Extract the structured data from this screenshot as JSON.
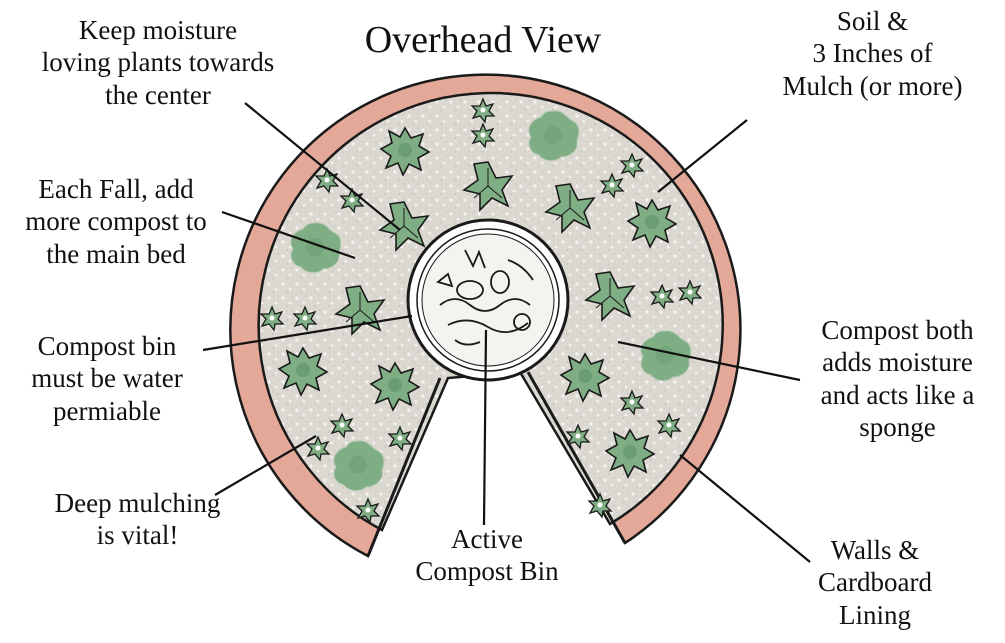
{
  "title": "Overhead View",
  "labels": {
    "center_plants": "Keep moisture\nloving plants towards\nthe center",
    "soil_mulch": "Soil &\n3 Inches of\nMulch (or more)",
    "fall_compost": "Each Fall, add\nmore compost to\nthe main bed",
    "bin_permeable": "Compost bin\nmust be water\npermiable",
    "compost_sponge": "Compost both\nadds moisture\nand acts like a\nsponge",
    "deep_mulch": "Deep mulching\nis vital!",
    "active_bin": "Active\nCompost Bin",
    "walls_lining": "Walls &\nCardboard\nLining"
  },
  "colors": {
    "wall": "#e3a898",
    "soil": "#dbd8d1",
    "leaf": "#7fae85",
    "leaf_dark": "#5e9068",
    "outline": "#1a1a1a"
  },
  "icons": [
    "flower-plant-icon",
    "round-shrub-icon",
    "leafy-plant-icon",
    "small-flower-icon",
    "compost-pile-icon"
  ]
}
